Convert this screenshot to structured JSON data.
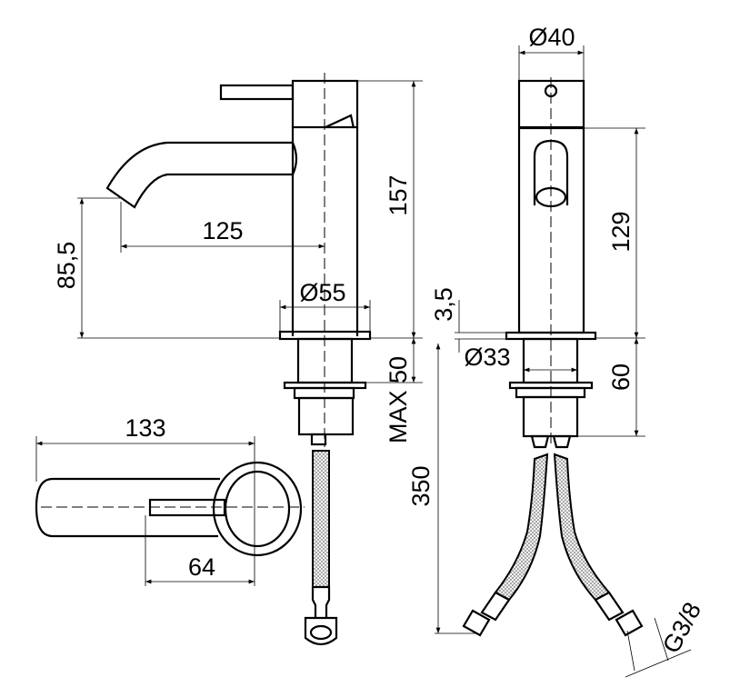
{
  "drawing": {
    "side_view": {
      "height_label": "157",
      "reach_label": "125",
      "spout_height_label": "85,5",
      "base_diameter_label": "Ø55",
      "max_deck_label": "MAX 50",
      "hose_length_label": "350"
    },
    "top_view": {
      "lever_length_label": "133",
      "lever_offset_label": "64"
    },
    "front_view": {
      "head_diameter_label": "Ø40",
      "body_height_label": "129",
      "plate_thickness_label": "3,5",
      "shank_diameter_label": "Ø33",
      "shank_length_label": "60",
      "thread_label": "G3/8"
    }
  }
}
